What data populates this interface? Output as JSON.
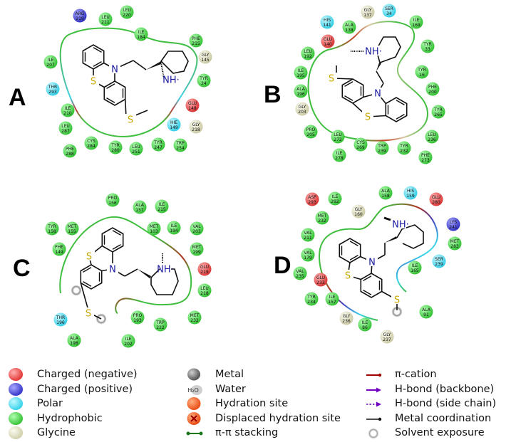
{
  "colors": {
    "negative": "#e53a3a",
    "positive": "#3a3ad0",
    "polar": "#3ad6ea",
    "hydrophobic": "#3fd23f",
    "glycine": "#deddc2",
    "pocket_line": "#3fbe3f",
    "nitrogen": "#1a1aa0",
    "sulfur": "#c8a800"
  },
  "panels": [
    {
      "label": "A",
      "residues": [
        {
          "name": "ARG",
          "num": "219",
          "type": "positive"
        },
        {
          "name": "LEU",
          "num": "211",
          "type": "hydrophobic"
        },
        {
          "name": "LEU",
          "num": "220",
          "type": "hydrophobic"
        },
        {
          "name": "ILE",
          "num": "184",
          "type": "hydrophobic"
        },
        {
          "name": "PHE",
          "num": "215",
          "type": "hydrophobic"
        },
        {
          "name": "GLY",
          "num": "145",
          "type": "glycine"
        },
        {
          "name": "TYR",
          "num": "24",
          "type": "hydrophobic"
        },
        {
          "name": "GLU",
          "num": "148",
          "type": "negative"
        },
        {
          "name": "GLY",
          "num": "218",
          "type": "glycine"
        },
        {
          "name": "HIE",
          "num": "149",
          "type": "polar"
        },
        {
          "name": "TRP",
          "num": "254",
          "type": "hydrophobic"
        },
        {
          "name": "TYR",
          "num": "247",
          "type": "hydrophobic"
        },
        {
          "name": "LEU",
          "num": "251",
          "type": "hydrophobic"
        },
        {
          "name": "TYR",
          "num": "280",
          "type": "hydrophobic"
        },
        {
          "name": "CYS",
          "num": "284",
          "type": "hydrophobic"
        },
        {
          "name": "PHE",
          "num": "288",
          "type": "hydrophobic"
        },
        {
          "name": "LEU",
          "num": "287",
          "type": "hydrophobic"
        },
        {
          "name": "ILE",
          "num": "210",
          "type": "hydrophobic"
        },
        {
          "name": "THR",
          "num": "293",
          "type": "polar"
        },
        {
          "name": "ILE",
          "num": "207",
          "type": "hydrophobic"
        }
      ],
      "atoms": {
        "n_ring": "N",
        "s_ring": "S",
        "s_methyl": "S",
        "nh": "NH·"
      }
    },
    {
      "label": "B",
      "residues": [
        {
          "name": "HIS",
          "num": "141",
          "type": "polar"
        },
        {
          "name": "GLY",
          "num": "137",
          "type": "glycine"
        },
        {
          "name": "SER",
          "num": "34",
          "type": "polar"
        },
        {
          "name": "ALA",
          "num": "138",
          "type": "hydrophobic"
        },
        {
          "name": "ILE",
          "num": "169",
          "type": "hydrophobic"
        },
        {
          "name": "GLU",
          "num": "140",
          "type": "negative"
        },
        {
          "name": "LEU",
          "num": "192",
          "type": "hydrophobic"
        },
        {
          "name": "TYR",
          "num": "33",
          "type": "hydrophobic"
        },
        {
          "name": "ILE",
          "num": "195",
          "type": "hydrophobic"
        },
        {
          "name": "TYR",
          "num": "16",
          "type": "hydrophobic"
        },
        {
          "name": "ALA",
          "num": "196",
          "type": "hydrophobic"
        },
        {
          "name": "PHE",
          "num": "200",
          "type": "hydrophobic"
        },
        {
          "name": "GLY",
          "num": "203",
          "type": "glycine"
        },
        {
          "name": "TYR",
          "num": "265",
          "type": "hydrophobic"
        },
        {
          "name": "PRO",
          "num": "205",
          "type": "hydrophobic"
        },
        {
          "name": "LEU",
          "num": "272",
          "type": "hydrophobic"
        },
        {
          "name": "CYS",
          "num": "269",
          "type": "hydrophobic"
        },
        {
          "name": "TRP",
          "num": "239",
          "type": "hydrophobic"
        },
        {
          "name": "TYR",
          "num": "232",
          "type": "hydrophobic"
        },
        {
          "name": "LEU",
          "num": "236",
          "type": "hydrophobic"
        },
        {
          "name": "ILE",
          "num": "278",
          "type": "hydrophobic"
        },
        {
          "name": "PHE",
          "num": "273",
          "type": "hydrophobic"
        }
      ],
      "atoms": {
        "n_ring": "N",
        "s_ring": "S",
        "s_methyl": "S",
        "nh": "NH·"
      }
    },
    {
      "label": "C",
      "residues": [
        {
          "name": "PRO",
          "num": "156",
          "type": "hydrophobic"
        },
        {
          "name": "ALA",
          "num": "157",
          "type": "hydrophobic"
        },
        {
          "name": "ILE",
          "num": "215",
          "type": "hydrophobic"
        },
        {
          "name": "TYR",
          "num": "158",
          "type": "hydrophobic"
        },
        {
          "name": "MET",
          "num": "155",
          "type": "hydrophobic"
        },
        {
          "name": "MET",
          "num": "103",
          "type": "hydrophobic"
        },
        {
          "name": "ILE",
          "num": "194",
          "type": "hydrophobic"
        },
        {
          "name": "VAL",
          "num": "203",
          "type": "hydrophobic"
        },
        {
          "name": "PHE",
          "num": "149",
          "type": "hydrophobic"
        },
        {
          "name": "MET",
          "num": "199",
          "type": "hydrophobic"
        },
        {
          "name": "GLU",
          "num": "219",
          "type": "negative"
        },
        {
          "name": "LEU",
          "num": "218",
          "type": "hydrophobic"
        },
        {
          "name": "THR",
          "num": "196",
          "type": "polar"
        },
        {
          "name": "PRO",
          "num": "193",
          "type": "hydrophobic"
        },
        {
          "name": "TRP",
          "num": "222",
          "type": "hydrophobic"
        },
        {
          "name": "MET",
          "num": "232",
          "type": "hydrophobic"
        },
        {
          "name": "ALA",
          "num": "198",
          "type": "hydrophobic"
        },
        {
          "name": "ILE",
          "num": "202",
          "type": "hydrophobic"
        }
      ],
      "atoms": {
        "n_ring": "N",
        "s_ring": "S",
        "s_methyl": "S",
        "nh": "NH·"
      }
    },
    {
      "label": "D",
      "residues": [
        {
          "name": "ASP",
          "num": "293",
          "type": "negative"
        },
        {
          "name": "ILE",
          "num": "292",
          "type": "hydrophobic"
        },
        {
          "name": "ALA",
          "num": "158",
          "type": "hydrophobic"
        },
        {
          "name": "HIS",
          "num": "159",
          "type": "polar"
        },
        {
          "name": "GLU",
          "num": "280",
          "type": "negative"
        },
        {
          "name": "GLY",
          "num": "160",
          "type": "glycine"
        },
        {
          "name": "MET",
          "num": "232",
          "type": "hydrophobic"
        },
        {
          "name": "LYS",
          "num": "241",
          "type": "positive"
        },
        {
          "name": "VAL",
          "num": "211",
          "type": "hydrophobic"
        },
        {
          "name": "MET",
          "num": "283",
          "type": "hydrophobic"
        },
        {
          "name": "VAL",
          "num": "179",
          "type": "hydrophobic"
        },
        {
          "name": "SER",
          "num": "239",
          "type": "polar"
        },
        {
          "name": "ILE",
          "num": "165",
          "type": "hydrophobic"
        },
        {
          "name": "VAL",
          "num": "235",
          "type": "hydrophobic"
        },
        {
          "name": "GLU",
          "num": "233",
          "type": "negative"
        },
        {
          "name": "TYR",
          "num": "234",
          "type": "hydrophobic"
        },
        {
          "name": "ILE",
          "num": "157",
          "type": "hydrophobic"
        },
        {
          "name": "ALA",
          "num": "91",
          "type": "hydrophobic"
        },
        {
          "name": "GLY",
          "num": "236",
          "type": "glycine"
        },
        {
          "name": "ILE",
          "num": "86",
          "type": "hydrophobic"
        },
        {
          "name": "GLY",
          "num": "237",
          "type": "glycine"
        }
      ],
      "atoms": {
        "n_ring": "N",
        "s_ring": "S",
        "s_methyl": "S",
        "nh": "NH·"
      }
    }
  ],
  "legend": {
    "col1": [
      {
        "label": "Charged (negative)",
        "icon": "red-sphere-icon"
      },
      {
        "label": "Charged (positive)",
        "icon": "blue-sphere-icon"
      },
      {
        "label": "Polar",
        "icon": "cyan-sphere-icon"
      },
      {
        "label": "Hydrophobic",
        "icon": "green-sphere-icon"
      },
      {
        "label": "Glycine",
        "icon": "beige-sphere-icon"
      }
    ],
    "col2": [
      {
        "label": "Metal",
        "icon": "grey-sphere-icon"
      },
      {
        "label": "Water",
        "icon": "water-icon",
        "glyph": "H₂O"
      },
      {
        "label": "Hydration site",
        "icon": "orange-sphere-icon"
      },
      {
        "label": "Displaced hydration site",
        "icon": "crossed-sphere-icon"
      },
      {
        "label": "π-π stacking",
        "icon": "green-line-dots-icon"
      }
    ],
    "col3": [
      {
        "label": "π-cation",
        "icon": "red-arrow-icon"
      },
      {
        "label": "H-bond (backbone)",
        "icon": "purple-arrow-icon"
      },
      {
        "label": "H-bond (side chain)",
        "icon": "purple-dashed-arrow-icon"
      },
      {
        "label": "Metal coordination",
        "icon": "black-line-dot-icon"
      },
      {
        "label": "Solvent exposure",
        "icon": "grey-halo-icon"
      }
    ]
  }
}
